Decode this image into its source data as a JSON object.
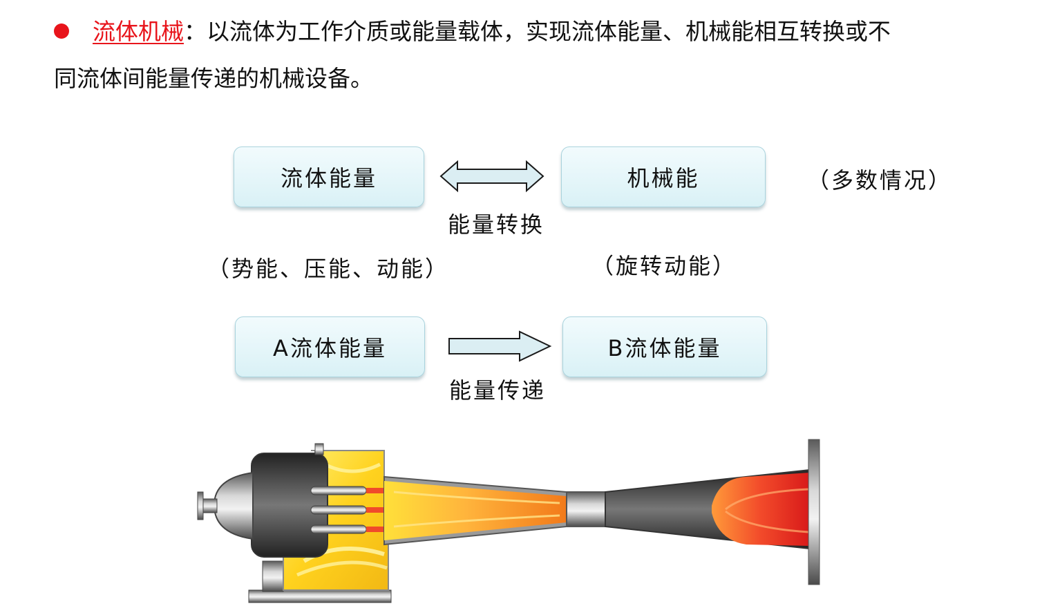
{
  "definition": {
    "term": "流体机械",
    "line1_rest": "：以流体为工作介质或能量载体，实现流体能量、机械能相互转换或不",
    "line2": "同流体间能量传递的机械设备。"
  },
  "energy_conversion": {
    "left_box": "流体能量",
    "right_box": "机械能",
    "arrow_label": "能量转换",
    "left_note": "（势能、压能、动能）",
    "right_note": "（旋转动能）",
    "side_note": "（多数情况）"
  },
  "energy_transfer": {
    "left_box": "A流体能量",
    "right_box": "B流体能量",
    "arrow_label": "能量传递"
  },
  "colors": {
    "accent_red": "#e8141b",
    "box_fill": "#dff3f7",
    "arrow_fill": "#dbeef3",
    "arrow_stroke": "#1a1a1a"
  }
}
